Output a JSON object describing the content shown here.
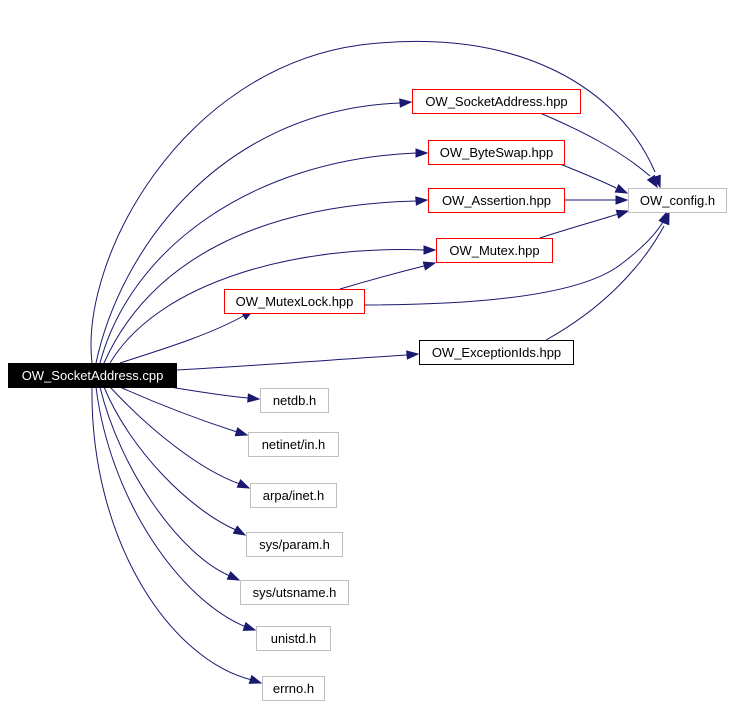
{
  "graph": {
    "nodes": {
      "root": {
        "label": "OW_SocketAddress.cpp",
        "style": "root"
      },
      "socketaddress_hpp": {
        "label": "OW_SocketAddress.hpp",
        "style": "documented"
      },
      "byteswap_hpp": {
        "label": "OW_ByteSwap.hpp",
        "style": "documented"
      },
      "assertion_hpp": {
        "label": "OW_Assertion.hpp",
        "style": "documented"
      },
      "mutex_hpp": {
        "label": "OW_Mutex.hpp",
        "style": "documented"
      },
      "mutexlock_hpp": {
        "label": "OW_MutexLock.hpp",
        "style": "documented"
      },
      "exceptionids_hpp": {
        "label": "OW_ExceptionIds.hpp",
        "style": "plain"
      },
      "config_h": {
        "label": "OW_config.h",
        "style": "external"
      },
      "netdb_h": {
        "label": "netdb.h",
        "style": "external"
      },
      "netinet_in_h": {
        "label": "netinet/in.h",
        "style": "external"
      },
      "arpa_inet_h": {
        "label": "arpa/inet.h",
        "style": "external"
      },
      "sys_param_h": {
        "label": "sys/param.h",
        "style": "external"
      },
      "sys_utsname_h": {
        "label": "sys/utsname.h",
        "style": "external"
      },
      "unistd_h": {
        "label": "unistd.h",
        "style": "external"
      },
      "errno_h": {
        "label": "errno.h",
        "style": "external"
      }
    },
    "styles": {
      "root": {
        "fill": "#000000",
        "stroke": "#000000",
        "text": "#ffffff"
      },
      "documented": {
        "fill": "#ffffff",
        "stroke": "#ff0000",
        "text": "#000000"
      },
      "plain": {
        "fill": "#ffffff",
        "stroke": "#000000",
        "text": "#000000"
      },
      "external": {
        "fill": "#ffffff",
        "stroke": "#bfbfbf",
        "text": "#000000"
      }
    },
    "edge_color": "#191970",
    "edges": [
      {
        "from": "root",
        "to": "config_h"
      },
      {
        "from": "root",
        "to": "socketaddress_hpp"
      },
      {
        "from": "root",
        "to": "byteswap_hpp"
      },
      {
        "from": "root",
        "to": "assertion_hpp"
      },
      {
        "from": "root",
        "to": "mutex_hpp"
      },
      {
        "from": "root",
        "to": "mutexlock_hpp"
      },
      {
        "from": "root",
        "to": "exceptionids_hpp"
      },
      {
        "from": "root",
        "to": "netdb_h"
      },
      {
        "from": "root",
        "to": "netinet_in_h"
      },
      {
        "from": "root",
        "to": "arpa_inet_h"
      },
      {
        "from": "root",
        "to": "sys_param_h"
      },
      {
        "from": "root",
        "to": "sys_utsname_h"
      },
      {
        "from": "root",
        "to": "unistd_h"
      },
      {
        "from": "root",
        "to": "errno_h"
      },
      {
        "from": "socketaddress_hpp",
        "to": "config_h"
      },
      {
        "from": "byteswap_hpp",
        "to": "config_h"
      },
      {
        "from": "assertion_hpp",
        "to": "config_h"
      },
      {
        "from": "mutex_hpp",
        "to": "config_h"
      },
      {
        "from": "mutexlock_hpp",
        "to": "mutex_hpp"
      },
      {
        "from": "mutexlock_hpp",
        "to": "config_h"
      },
      {
        "from": "exceptionids_hpp",
        "to": "config_h"
      }
    ]
  }
}
